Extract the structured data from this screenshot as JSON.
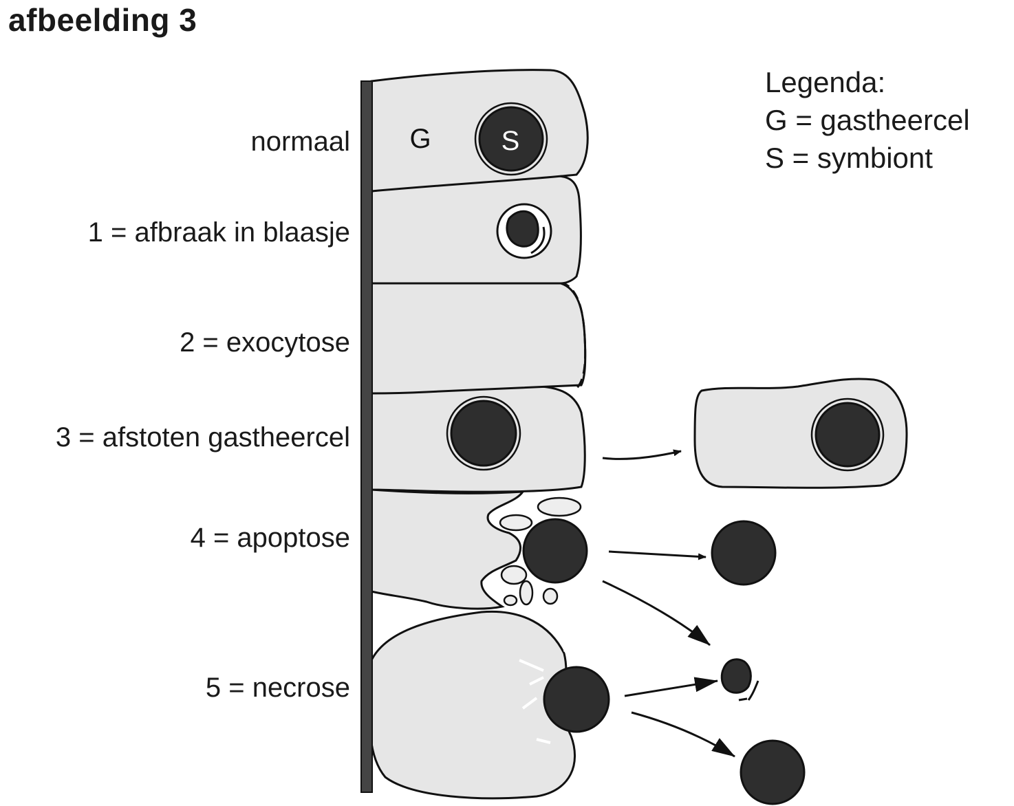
{
  "title": "afbeelding 3",
  "labels": {
    "normal": "normaal",
    "l1": "1 = afbraak in blaasje",
    "l2": "2 = exocytose",
    "l3": "3 = afstoten gastheercel",
    "l4": "4 = apoptose",
    "l5": "5 = necrose"
  },
  "legend": {
    "heading": "Legenda:",
    "g": "G = gastheercel",
    "s": "S = symbiont"
  },
  "cell_letters": {
    "g": "G",
    "s": "S"
  }
}
